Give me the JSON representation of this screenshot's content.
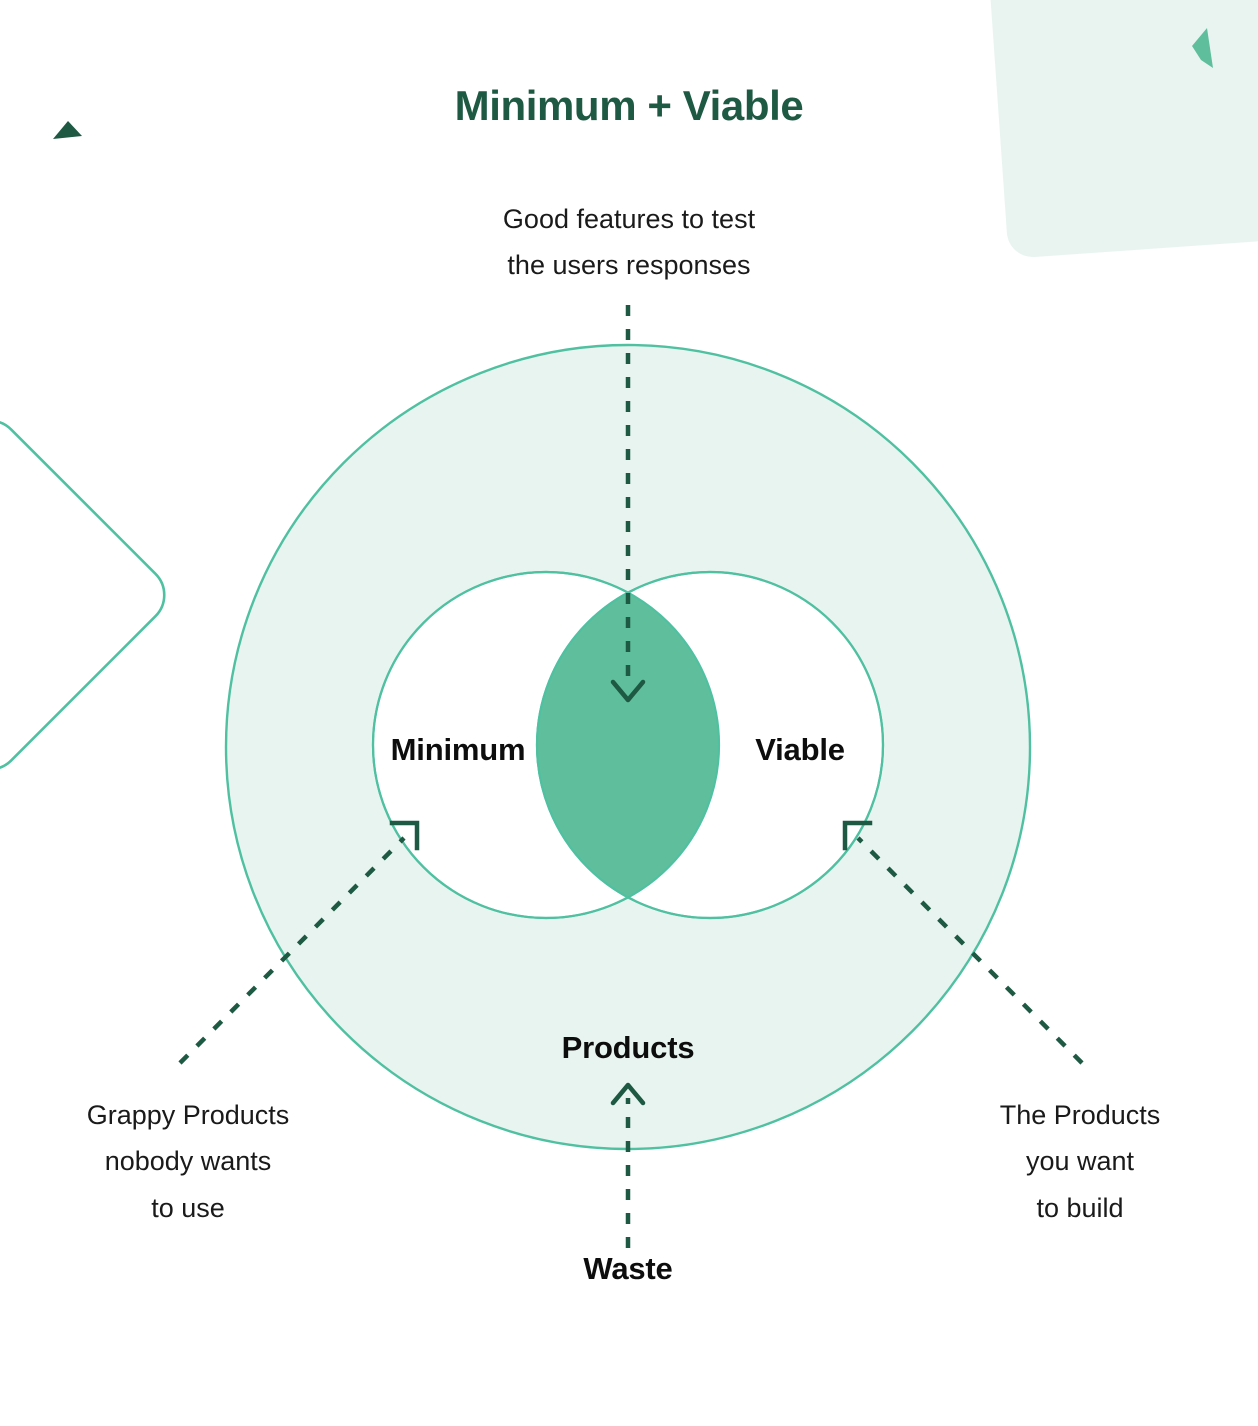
{
  "page": {
    "title": "Minimum + Viable",
    "background_color": "#ffffff"
  },
  "colors": {
    "title_green": "#1d5943",
    "stroke_green": "#4fc0a0",
    "fill_light_green": "#e8f4f0",
    "lens_green": "#5fbf9c",
    "deco_card_green": "#e9f4f1",
    "dark_dash": "#1d5943",
    "label_black": "#0d0d0d"
  },
  "diagram": {
    "type": "venn",
    "outer_circle_label": "Products",
    "left_circle_label": "Minimum",
    "right_circle_label": "Viable",
    "intersection_label": "",
    "bottom_label": "Waste"
  },
  "callouts": {
    "top": "Good features to test\nthe users responses",
    "left": "Grappy Products\nnobody wants\nto use",
    "right": "The Products\nyou want\nto build"
  },
  "labels": {
    "minimum": "Minimum",
    "viable": "Viable",
    "products": "Products",
    "waste": "Waste"
  },
  "annotations": [
    {
      "name": "top-arrow",
      "from": "Good features to test the users responses",
      "to": "intersection",
      "direction": "down",
      "style": "dashed"
    },
    {
      "name": "left-arrow",
      "from": "Grappy Products nobody wants to use",
      "to": "Minimum circle",
      "direction": "up-right",
      "style": "dashed"
    },
    {
      "name": "right-arrow",
      "from": "The Products you want to build",
      "to": "Viable circle",
      "direction": "up-left",
      "style": "dashed"
    },
    {
      "name": "waste-arrow",
      "from": "Waste",
      "to": "Products circle",
      "direction": "up",
      "style": "dashed"
    }
  ],
  "decorations": [
    {
      "name": "top-left-triangle",
      "color": "#1d5943"
    },
    {
      "name": "top-right-card",
      "color": "#e9f4f1"
    },
    {
      "name": "top-right-wedge",
      "color": "#5fbf9c"
    },
    {
      "name": "left-diamond-outline",
      "color": "#4fc0a0"
    }
  ]
}
